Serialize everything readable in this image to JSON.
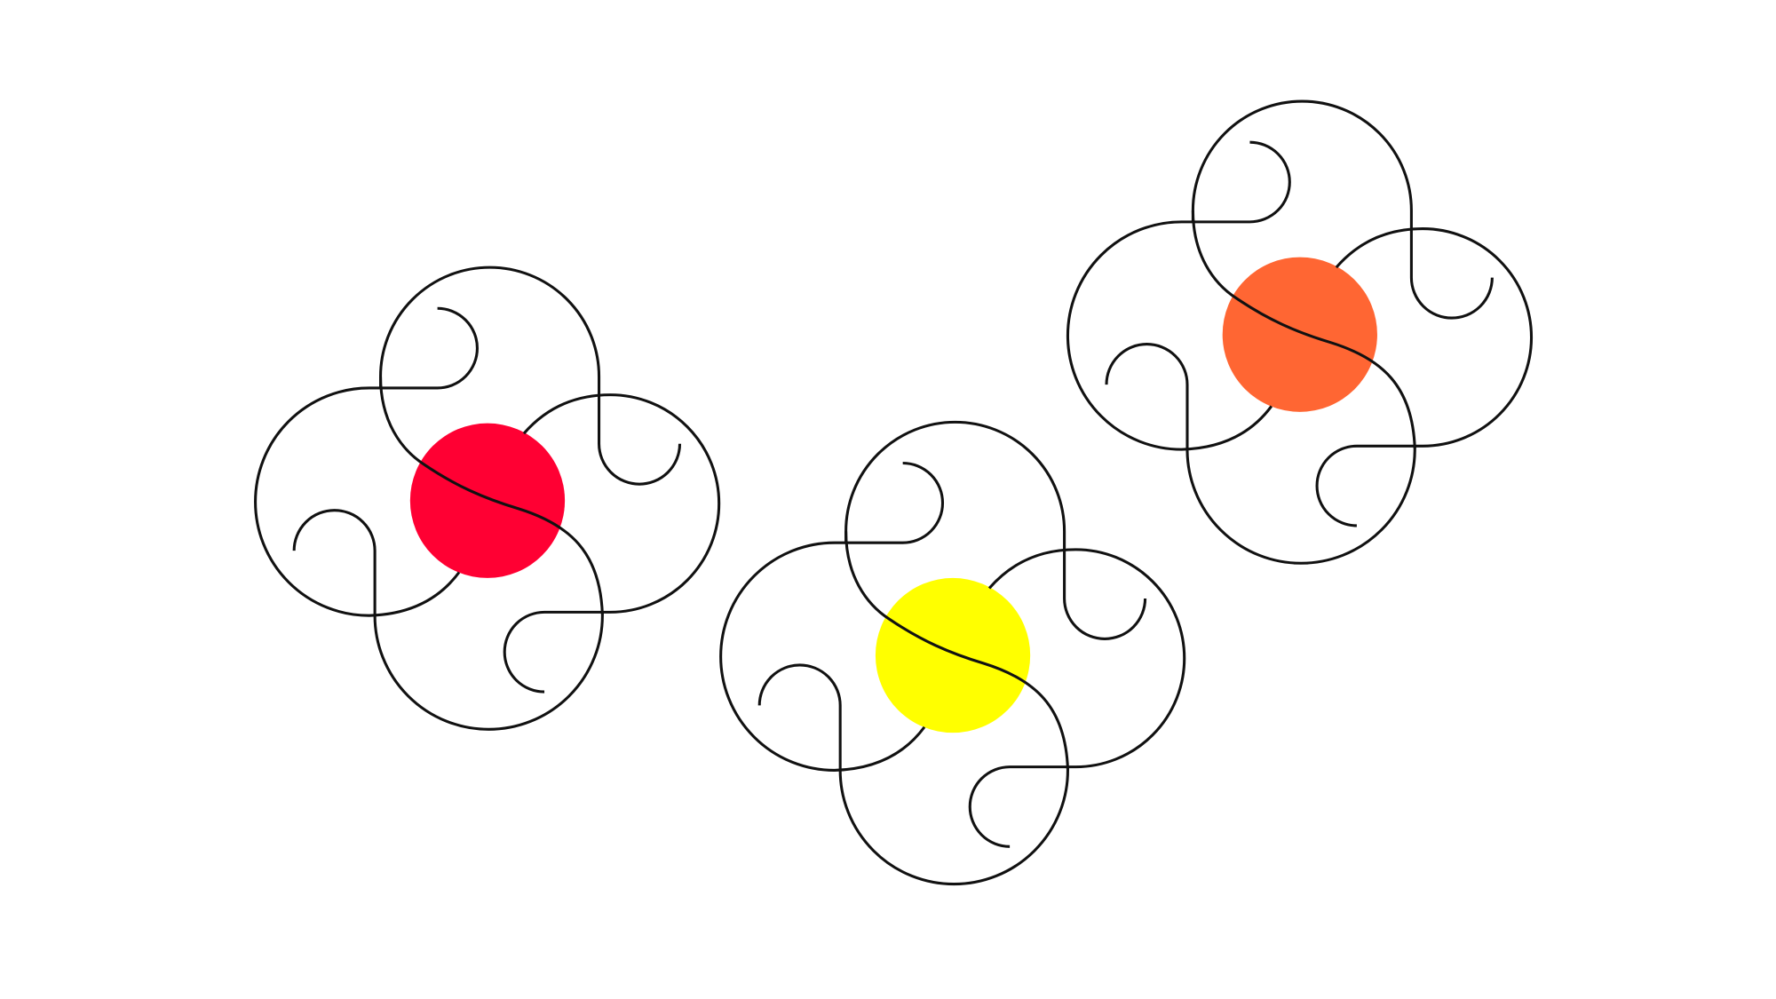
{
  "illustration": {
    "line_color": "#111111",
    "background": "#ffffff",
    "motifs": [
      {
        "name": "red",
        "circle_color": "#FF0033"
      },
      {
        "name": "yellow",
        "circle_color": "#FFFF00"
      },
      {
        "name": "orange",
        "circle_color": "#FF6633"
      }
    ]
  }
}
